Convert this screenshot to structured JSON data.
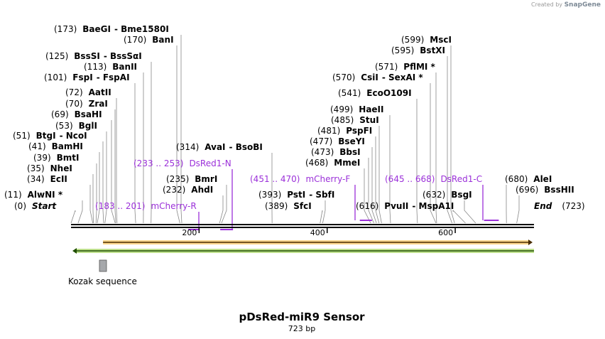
{
  "credit": {
    "created_by": "Created by",
    "brand": "SnapGene"
  },
  "title": "pDsRed-miR9 Sensor",
  "subtitle": "723 bp",
  "sequence_length": 723,
  "ticks": [
    200,
    400,
    600
  ],
  "sites": [
    {
      "pos": "(173)",
      "name": "BaeGI",
      "name2": "Bme1580I",
      "bp": 173
    },
    {
      "pos": "(170)",
      "name": "BanI",
      "bp": 170
    },
    {
      "pos": "(125)",
      "name": "BssSI",
      "name2": "BssSαI",
      "bp": 125
    },
    {
      "pos": "(113)",
      "name": "BanII",
      "bp": 113
    },
    {
      "pos": "(101)",
      "name": "FspI",
      "name2": "FspAI",
      "bp": 101
    },
    {
      "pos": "(72)",
      "name": "AatII",
      "bp": 72
    },
    {
      "pos": "(70)",
      "name": "ZraI",
      "bp": 70
    },
    {
      "pos": "(69)",
      "name": "BsaHI",
      "bp": 69
    },
    {
      "pos": "(53)",
      "name": "BglI",
      "bp": 53
    },
    {
      "pos": "(51)",
      "name": "BtgI",
      "name2": "NcoI",
      "bp": 51
    },
    {
      "pos": "(41)",
      "name": "BamHI",
      "bp": 41
    },
    {
      "pos": "(39)",
      "name": "BmtI",
      "bp": 39
    },
    {
      "pos": "(35)",
      "name": "NheI",
      "bp": 35
    },
    {
      "pos": "(34)",
      "name": "EcII",
      "bp": 34
    },
    {
      "pos": "(11)",
      "name": "AlwNI *",
      "bp": 11
    },
    {
      "pos": "(0)",
      "name": "Start",
      "bp": 0,
      "italic": true
    },
    {
      "pos": "(314)",
      "name": "AvaI",
      "name2": "BsoBI",
      "bp": 314
    },
    {
      "pos": "(235)",
      "name": "BmrI",
      "bp": 235
    },
    {
      "pos": "(232)",
      "name": "AhdI",
      "bp": 232
    },
    {
      "pos": "(393)",
      "name": "PstI",
      "name2": "SbfI",
      "bp": 393
    },
    {
      "pos": "(389)",
      "name": "SfcI",
      "bp": 389
    },
    {
      "pos": "(599)",
      "name": "MscI",
      "bp": 599
    },
    {
      "pos": "(595)",
      "name": "BstXI",
      "bp": 595
    },
    {
      "pos": "(571)",
      "name": "PflMI *",
      "bp": 571
    },
    {
      "pos": "(570)",
      "name": "CsiI",
      "name2": "SexAI *",
      "bp": 570
    },
    {
      "pos": "(541)",
      "name": "EcoO109I",
      "bp": 541
    },
    {
      "pos": "(499)",
      "name": "HaeII",
      "bp": 499
    },
    {
      "pos": "(485)",
      "name": "StuI",
      "bp": 485
    },
    {
      "pos": "(481)",
      "name": "PspFI",
      "bp": 481
    },
    {
      "pos": "(477)",
      "name": "BseYI",
      "bp": 477
    },
    {
      "pos": "(473)",
      "name": "BbsI",
      "bp": 473
    },
    {
      "pos": "(468)",
      "name": "MmeI",
      "bp": 468
    },
    {
      "pos": "(616)",
      "name": "PvuII",
      "name2": "MspA1I",
      "bp": 616
    },
    {
      "pos": "(632)",
      "name": "BsgI",
      "bp": 632
    },
    {
      "pos": "(680)",
      "name": "AleI",
      "bp": 680
    },
    {
      "pos": "(696)",
      "name": "BssHII",
      "bp": 696
    },
    {
      "pos": "(723)",
      "name": "End",
      "bp": 723,
      "italic": true
    }
  ],
  "primers": [
    {
      "range": "(183 .. 201)",
      "name": "mCherry-R",
      "start": 183,
      "end": 201,
      "strand": "reverse"
    },
    {
      "range": "(233 .. 253)",
      "name": "DsRed1-N",
      "start": 233,
      "end": 253,
      "strand": "reverse"
    },
    {
      "range": "(451 .. 470)",
      "name": "mCherry-F",
      "start": 451,
      "end": 470,
      "strand": "forward"
    },
    {
      "range": "(645 .. 668)",
      "name": "DsRed1-C",
      "start": 645,
      "end": 668,
      "strand": "forward"
    }
  ],
  "features": [
    {
      "name": "",
      "start": 50,
      "end": 723,
      "color": "#f7a600",
      "strand": "forward"
    },
    {
      "name": "",
      "start": 0,
      "end": 723,
      "color": "#7ec11b",
      "strand": "reverse"
    },
    {
      "name": "Kozak sequence",
      "start": 50,
      "end": 60,
      "color": "#a6a8ab",
      "strand": "none"
    }
  ],
  "colors": {
    "primer": "#9b30d9",
    "backbone": "#000000"
  }
}
